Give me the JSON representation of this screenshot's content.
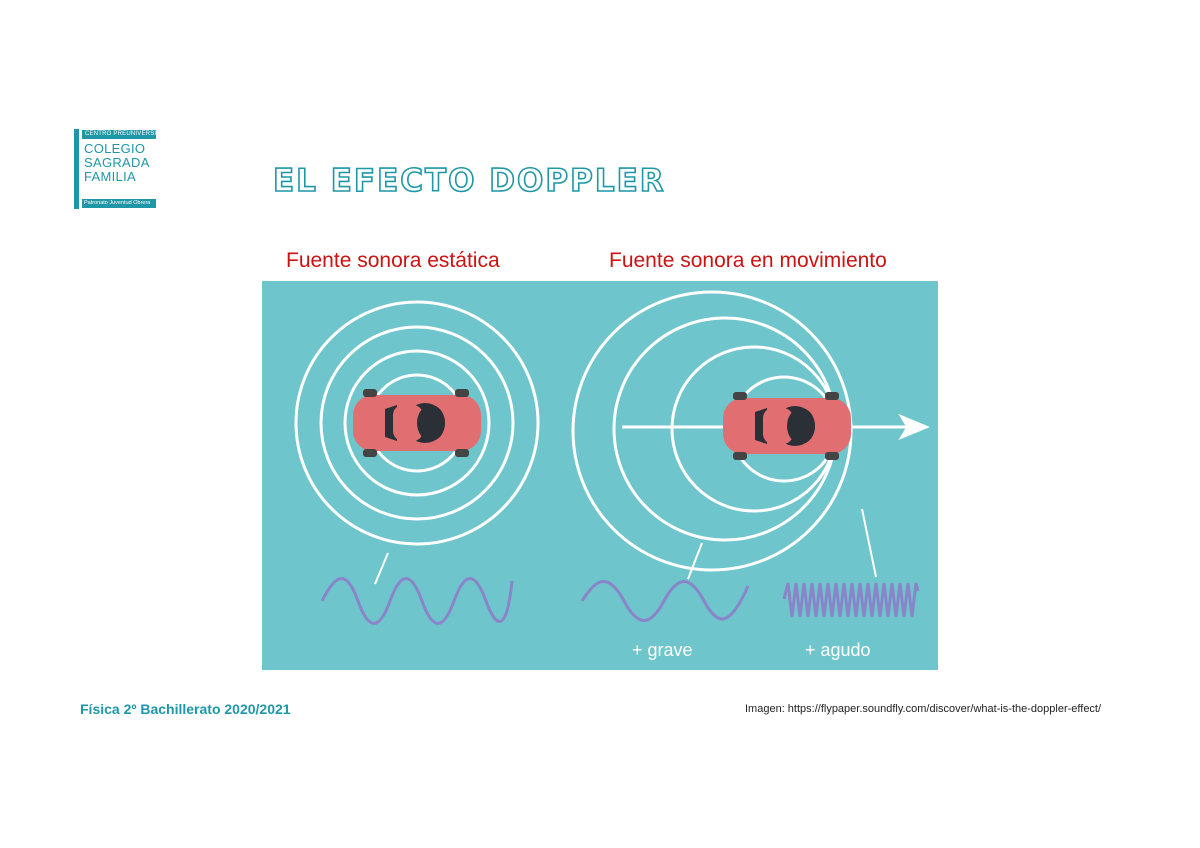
{
  "logo": {
    "top": "CENTRO PREUNIVERSITARIO",
    "line1": "COLEGIO",
    "line2": "SAGRADA",
    "line3": "FAMILIA",
    "bottom": "Patronato Juventud Obrera",
    "color": "#1f97a6"
  },
  "title": "EL EFECTO DOPPLER",
  "diagram": {
    "left_title": "Fuente sonora estática",
    "right_title": "Fuente sonora en movimiento",
    "label_grave": "+ grave",
    "label_agudo": "+ agudo",
    "colors": {
      "background": "#6ec5cc",
      "rings": "#ffffff",
      "car": "#e16f72",
      "wave": "#8a85c9",
      "subtitle": "#cc1313"
    }
  },
  "footer": {
    "left": "Física 2º Bachillerato 2020/2021",
    "right": "Imagen: https://flypaper.soundfly.com/discover/what-is-the-doppler-effect/"
  }
}
